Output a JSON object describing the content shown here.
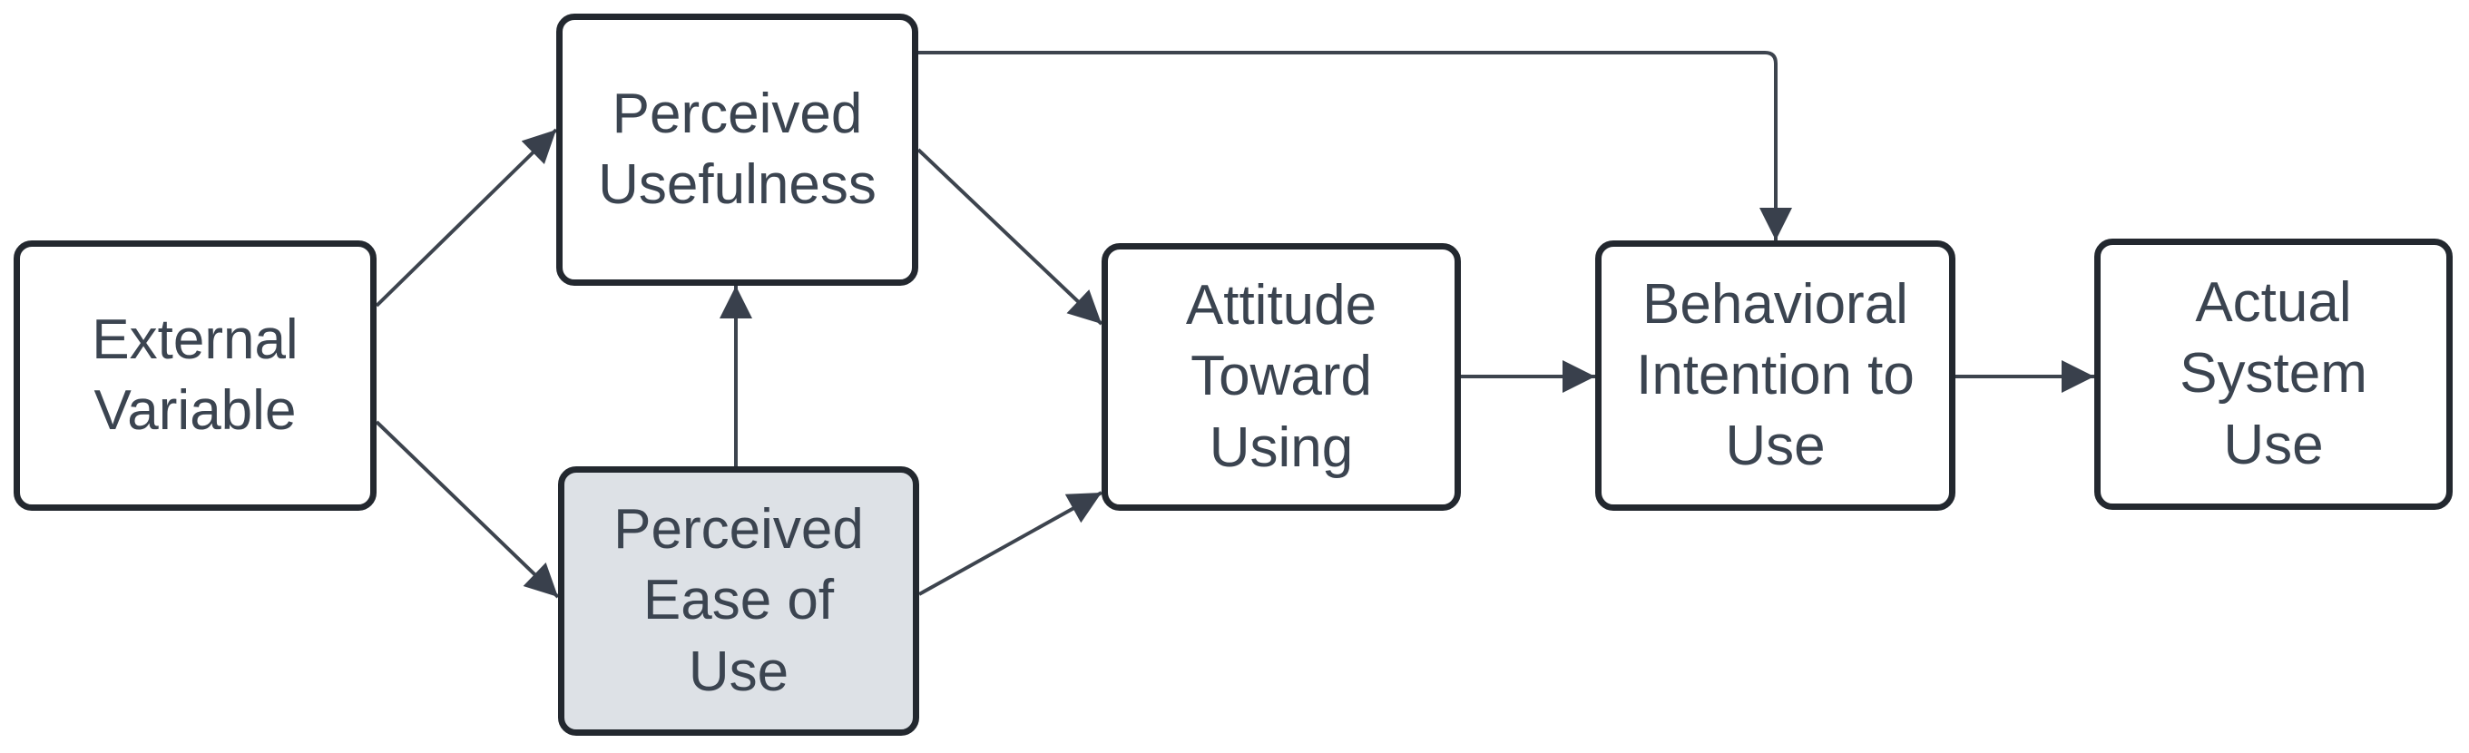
{
  "diagram": {
    "nodes": [
      {
        "id": "external-variable",
        "label": "External\nVariable",
        "fill": "#ffffff"
      },
      {
        "id": "perceived-usefulness",
        "label": "Perceived\nUsefulness",
        "fill": "#ffffff"
      },
      {
        "id": "perceived-ease-of-use",
        "label": "Perceived\nEase of\nUse",
        "fill": "#dde1e6"
      },
      {
        "id": "attitude-toward-using",
        "label": "Attitude\nToward\nUsing",
        "fill": "#ffffff"
      },
      {
        "id": "behavioral-intention",
        "label": "Behavioral\nIntention to\nUse",
        "fill": "#ffffff"
      },
      {
        "id": "actual-system-use",
        "label": "Actual\nSystem\nUse",
        "fill": "#ffffff"
      }
    ],
    "edges": [
      {
        "from": "external-variable",
        "to": "perceived-usefulness",
        "style": "diagonal-arrow"
      },
      {
        "from": "external-variable",
        "to": "perceived-ease-of-use",
        "style": "diagonal-arrow"
      },
      {
        "from": "perceived-ease-of-use",
        "to": "perceived-usefulness",
        "style": "vertical-arrow"
      },
      {
        "from": "perceived-usefulness",
        "to": "attitude-toward-using",
        "style": "diagonal-arrow"
      },
      {
        "from": "perceived-ease-of-use",
        "to": "attitude-toward-using",
        "style": "diagonal-arrow"
      },
      {
        "from": "attitude-toward-using",
        "to": "behavioral-intention",
        "style": "horizontal-arrow"
      },
      {
        "from": "perceived-usefulness",
        "to": "behavioral-intention",
        "style": "elbow-arrow-over-top"
      },
      {
        "from": "behavioral-intention",
        "to": "actual-system-use",
        "style": "horizontal-arrow"
      }
    ],
    "colors": {
      "node_fill": "#ffffff",
      "highlight_fill": "#dde1e6",
      "node_border": "#23282f",
      "text": "#3b4450",
      "arrow": "#3d444e",
      "background": "#ffffff"
    }
  }
}
